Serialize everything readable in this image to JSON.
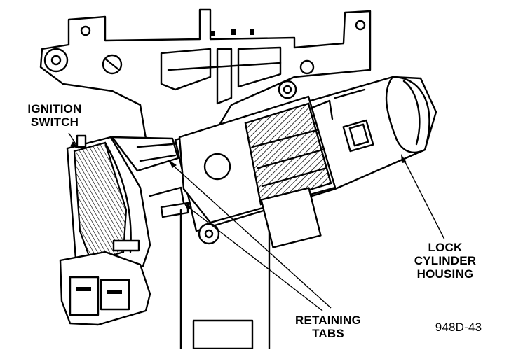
{
  "figure": {
    "labels": {
      "ignition_switch": [
        "IGNITION",
        "SWITCH"
      ],
      "lock_cylinder_housing": [
        "LOCK",
        "CYLINDER",
        "HOUSING"
      ],
      "retaining_tabs": [
        "RETAINING",
        "TABS"
      ]
    },
    "figure_code": "948D-43"
  }
}
